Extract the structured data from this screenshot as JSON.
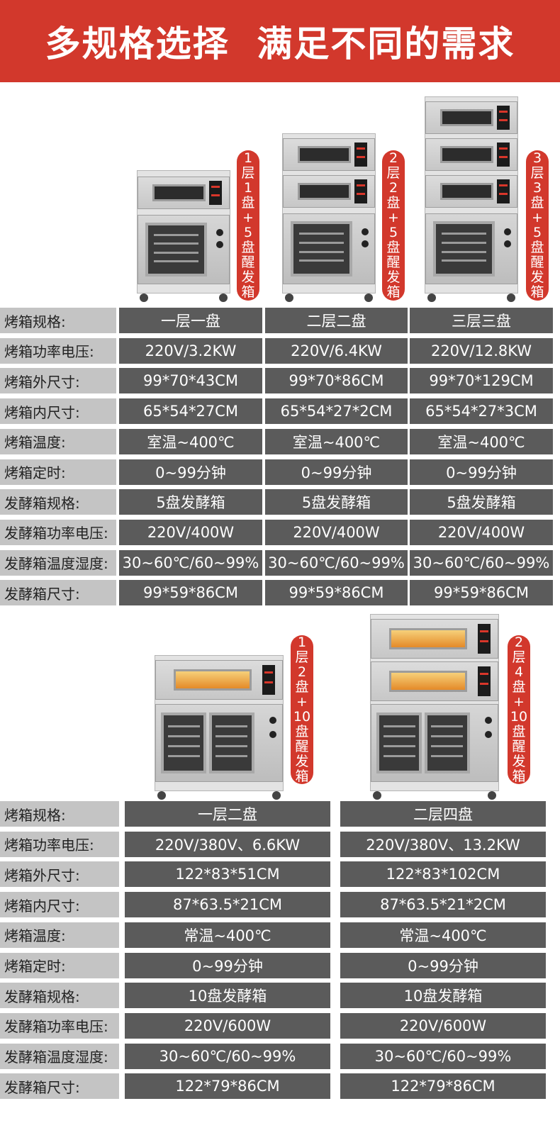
{
  "banner": {
    "title": "多规格选择  满足不同的需求"
  },
  "colors": {
    "banner": "#d2382c",
    "label_bg": "#c4c4c4",
    "cell_bg": "#5b5b5b"
  },
  "group1": {
    "tags": [
      [
        "1",
        "层",
        "1",
        "盘",
        "+",
        "5",
        "盘",
        "醒",
        "发",
        "箱"
      ],
      [
        "2",
        "层",
        "2",
        "盘",
        "+",
        "5",
        "盘",
        "醒",
        "发",
        "箱"
      ],
      [
        "3",
        "层",
        "3",
        "盘",
        "+",
        "5",
        "盘",
        "醒",
        "发",
        "箱"
      ]
    ],
    "labels": [
      "烤箱规格:",
      "烤箱功率电压:",
      "烤箱外尺寸:",
      "烤箱内尺寸:",
      "烤箱温度:",
      "烤箱定时:",
      "发酵箱规格:",
      "发酵箱功率电压:",
      "发酵箱温度湿度:",
      "发酵箱尺寸:"
    ],
    "columns": [
      [
        "一层一盘",
        "220V/3.2KW",
        "99*70*43CM",
        "65*54*27CM",
        "室温~400℃",
        "0~99分钟",
        "5盘发酵箱",
        "220V/400W",
        "30~60℃/60~99%",
        "99*59*86CM"
      ],
      [
        "二层二盘",
        "220V/6.4KW",
        "99*70*86CM",
        "65*54*27*2CM",
        "室温~400℃",
        "0~99分钟",
        "5盘发酵箱",
        "220V/400W",
        "30~60℃/60~99%",
        "99*59*86CM"
      ],
      [
        "三层三盘",
        "220V/12.8KW",
        "99*70*129CM",
        "65*54*27*3CM",
        "室温~400℃",
        "0~99分钟",
        "5盘发酵箱",
        "220V/400W",
        "30~60℃/60~99%",
        "99*59*86CM"
      ]
    ]
  },
  "group2": {
    "tags": [
      [
        "1",
        "层",
        "2",
        "盘",
        "+",
        "10",
        "盘",
        "醒",
        "发",
        "箱"
      ],
      [
        "2",
        "层",
        "4",
        "盘",
        "+",
        "10",
        "盘",
        "醒",
        "发",
        "箱"
      ]
    ],
    "labels": [
      "烤箱规格:",
      "烤箱功率电压:",
      "烤箱外尺寸:",
      "烤箱内尺寸:",
      "烤箱温度:",
      "烤箱定时:",
      "发酵箱规格:",
      "发酵箱功率电压:",
      "发酵箱温度湿度:",
      "发酵箱尺寸:"
    ],
    "columns": [
      [
        "一层二盘",
        "220V/380V、6.6KW",
        "122*83*51CM",
        "87*63.5*21CM",
        "常温~400℃",
        "0~99分钟",
        "10盘发酵箱",
        "220V/600W",
        "30~60℃/60~99%",
        "122*79*86CM"
      ],
      [
        "二层四盘",
        "220V/380V、13.2KW",
        "122*83*102CM",
        "87*63.5*21*2CM",
        "常温~400℃",
        "0~99分钟",
        "10盘发酵箱",
        "220V/600W",
        "30~60℃/60~99%",
        "122*79*86CM"
      ]
    ]
  }
}
